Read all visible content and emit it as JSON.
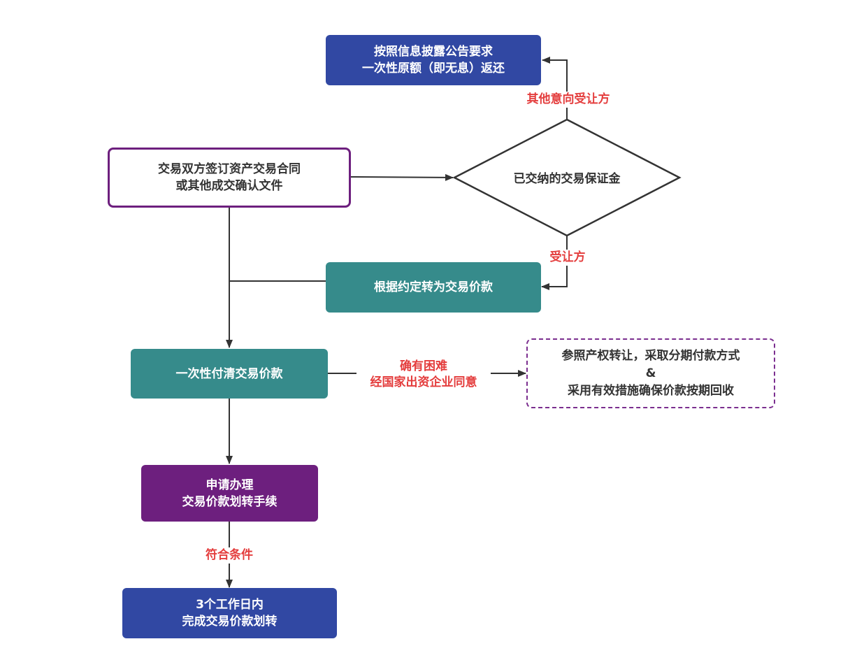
{
  "nodes": {
    "refund": {
      "lines": [
        "按照信息披露公告要求",
        "一次性原额（即无息）返还"
      ]
    },
    "sign_contract": {
      "lines": [
        "交易双方签订资产交易合同",
        "或其他成交确认文件"
      ]
    },
    "deposit_decision": {
      "text": "已交纳的交易保证金"
    },
    "convert_price": {
      "text": "根据约定转为交易价款"
    },
    "pay_full": {
      "text": "一次性付清交易价款"
    },
    "installment": {
      "lines": [
        "参照产权转让，采取分期付款方式",
        "&",
        "采用有效措施确保价款按期回收"
      ]
    },
    "apply_transfer": {
      "lines": [
        "申请办理",
        "交易价款划转手续"
      ]
    },
    "complete_transfer": {
      "lines": [
        "3个工作日内",
        "完成交易价款划转"
      ]
    }
  },
  "edge_labels": {
    "other_buyers": "其他意向受让方",
    "buyer": "受让方",
    "difficulty": [
      "确有困难",
      "经国家出资企业同意"
    ],
    "conditions_met": "符合条件"
  },
  "colors": {
    "blue": "#3148a3",
    "teal": "#368b8b",
    "purple": "#6d1f7e",
    "label_red": "#e43d3d",
    "line": "#333333"
  }
}
